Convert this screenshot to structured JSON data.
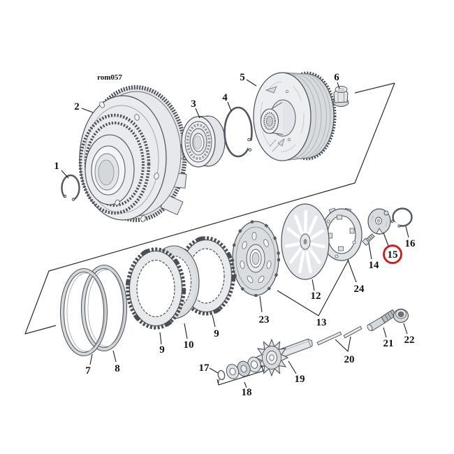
{
  "figure": {
    "code": "rom057"
  },
  "highlight": {
    "label": "15",
    "color": "#d91414"
  },
  "callouts": [
    "1",
    "2",
    "3",
    "4",
    "5",
    "6",
    "7",
    "8",
    "9",
    "10",
    "9",
    "12",
    "13",
    "14",
    "15",
    "16",
    "17",
    "18",
    "19",
    "20",
    "21",
    "22",
    "23",
    "24"
  ]
}
